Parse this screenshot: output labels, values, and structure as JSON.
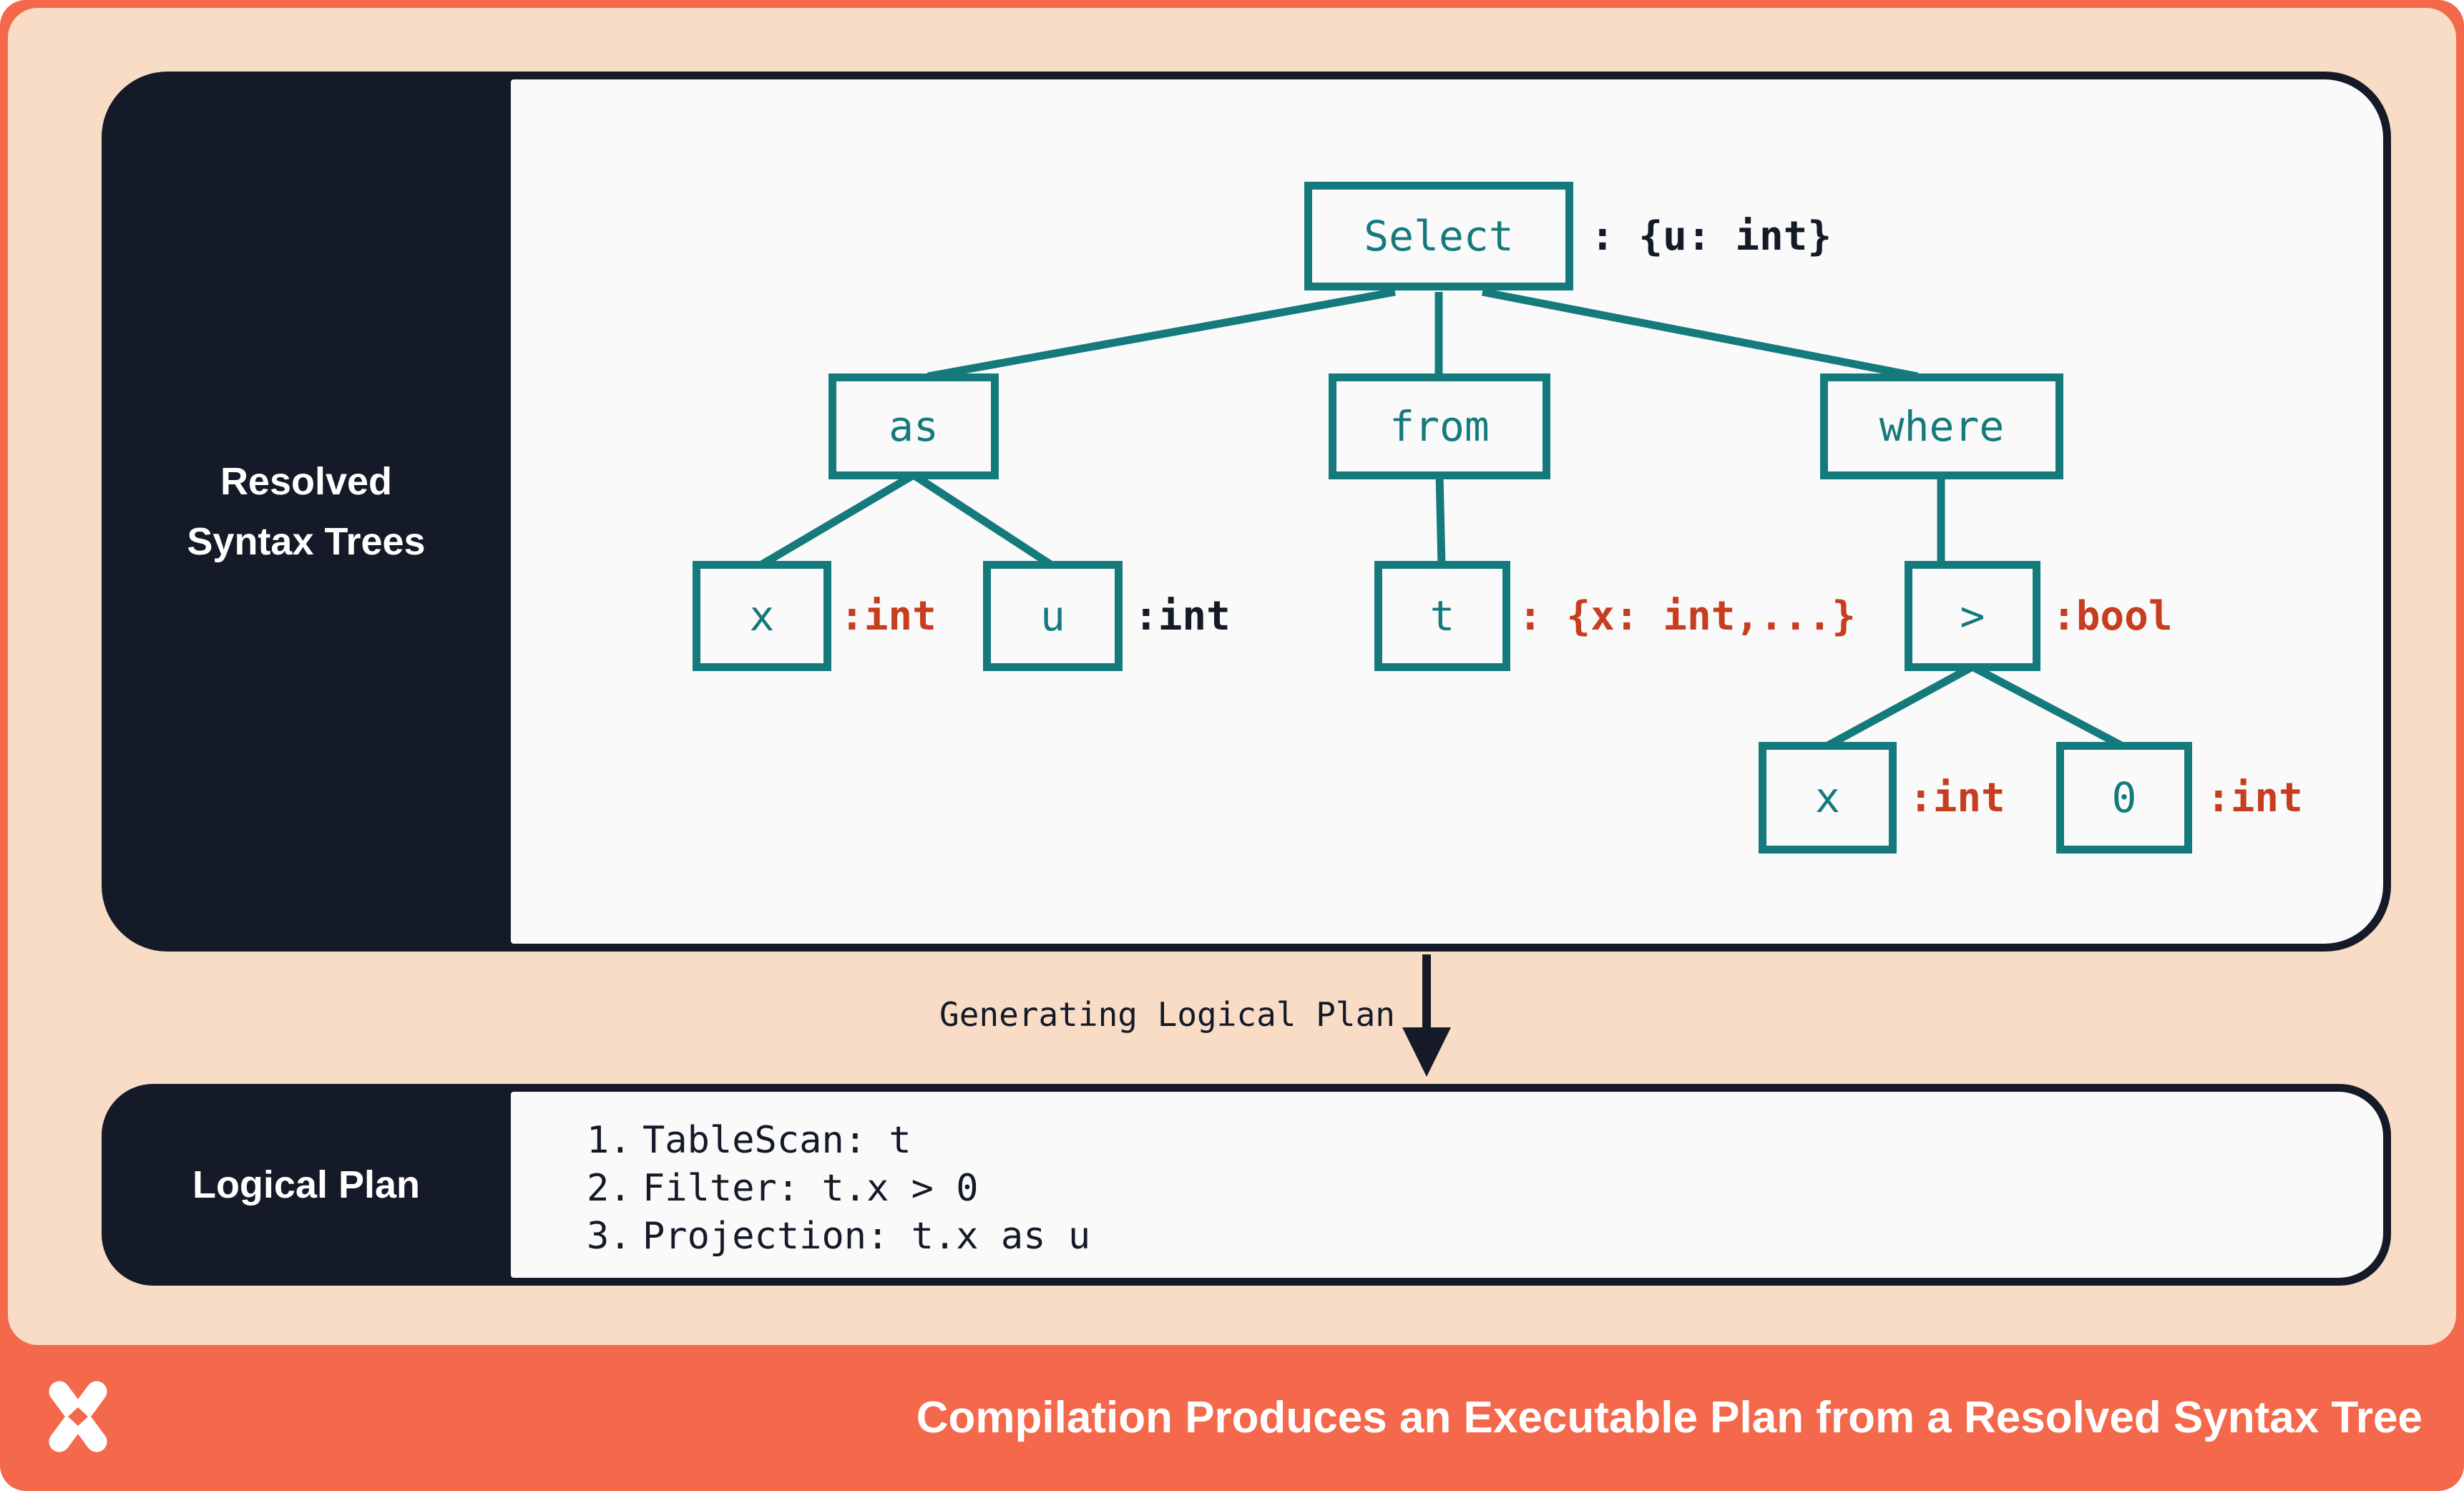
{
  "colors": {
    "frame_orange": "#f4684b",
    "peach_background": "#f8dcc6",
    "navy": "#151a28",
    "panel_white": "#fafafa",
    "node_teal": "#157a7c",
    "annotation_red": "#c73d1f",
    "text_white": "#ffffff"
  },
  "top_panel": {
    "sidebar_label": "Resolved Syntax Trees"
  },
  "tree": {
    "nodes": [
      {
        "id": "select",
        "label": "Select",
        "annotation": ": {u: int}",
        "annotation_style": "navy"
      },
      {
        "id": "as",
        "label": "as",
        "annotation": "",
        "annotation_style": ""
      },
      {
        "id": "from",
        "label": "from",
        "annotation": "",
        "annotation_style": ""
      },
      {
        "id": "where",
        "label": "where",
        "annotation": "",
        "annotation_style": ""
      },
      {
        "id": "x-alias",
        "label": "x",
        "annotation": ":int",
        "annotation_style": "red"
      },
      {
        "id": "u-alias",
        "label": "u",
        "annotation": ":int",
        "annotation_style": "navy"
      },
      {
        "id": "t-table",
        "label": "t",
        "annotation": ": {x: int,...}",
        "annotation_style": "red"
      },
      {
        "id": "gt-op",
        "label": ">",
        "annotation": ":bool",
        "annotation_style": "red"
      },
      {
        "id": "x-cond",
        "label": "x",
        "annotation": ":int",
        "annotation_style": "red"
      },
      {
        "id": "zero",
        "label": "0",
        "annotation": ":int",
        "annotation_style": "red"
      }
    ]
  },
  "transition": {
    "arrow_label": "Generating Logical Plan",
    "arrow_icon": "down-arrow-icon"
  },
  "bottom_panel": {
    "sidebar_label": "Logical Plan",
    "steps": [
      {
        "num": "1.",
        "text": "TableScan: t"
      },
      {
        "num": "2.",
        "text": "Filter: t.x > 0"
      },
      {
        "num": "3.",
        "text": "Projection: t.x as u"
      }
    ]
  },
  "footer": {
    "logo": "x-star-logo",
    "title": "Compilation Produces an Executable Plan from a Resolved Syntax Tree"
  }
}
